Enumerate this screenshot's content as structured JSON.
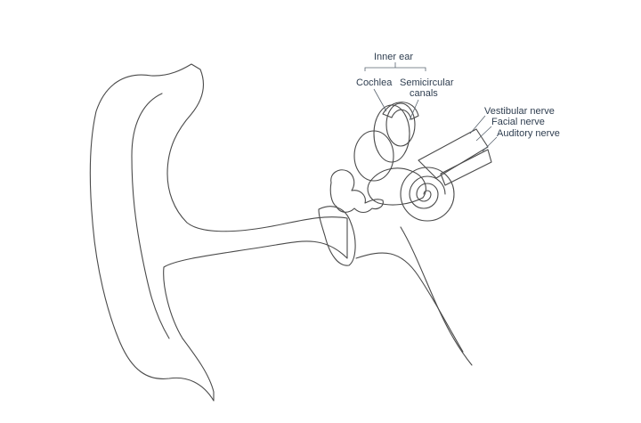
{
  "labels": {
    "inner_ear": "Inner ear",
    "cochlea": "Cochlea",
    "semicircular_line1": "Semicircular",
    "semicircular_line2": "canals",
    "vestibular_nerve": "Vestibular nerve",
    "facial_nerve": "Facial nerve",
    "auditory_nerve": "Auditory nerve"
  },
  "colors": {
    "outer_ear": "#f9d9c6",
    "inner_ear": "#bfe0ea",
    "nerve": "#f4e8d6",
    "outline": "#4a4a4a",
    "label": "#2f3e50"
  }
}
